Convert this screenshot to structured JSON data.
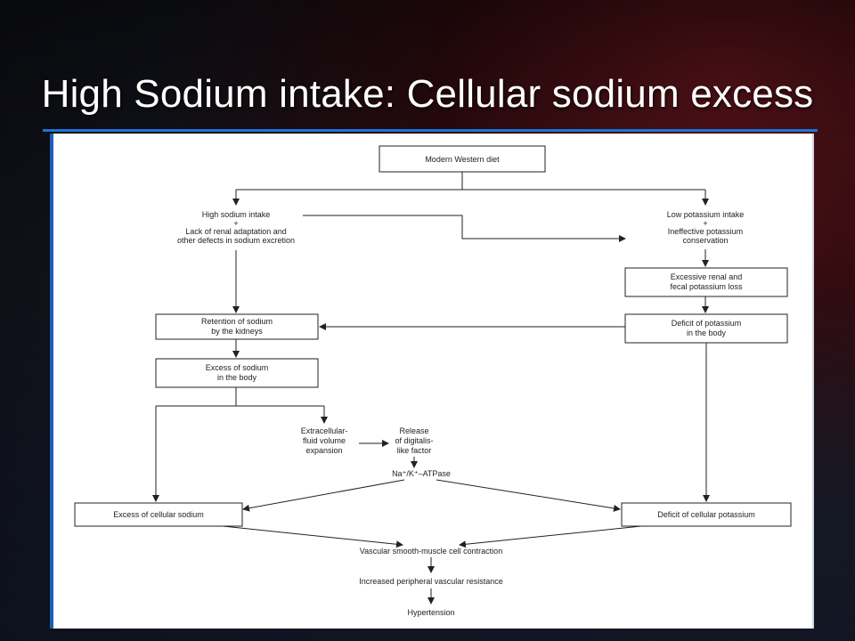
{
  "slide": {
    "title": "High Sodium intake: Cellular sodium excess"
  },
  "diagram": {
    "modern_diet": "Modern Western diet",
    "high_sodium_1": "High sodium intake",
    "high_sodium_plus": "+",
    "high_sodium_2": "Lack of renal adaptation and",
    "high_sodium_3": "other defects in sodium excretion",
    "low_potassium_1": "Low potassium intake",
    "low_potassium_plus": "+",
    "low_potassium_2": "Ineffective potassium",
    "low_potassium_3": "conservation",
    "excessive_loss_1": "Excessive renal and",
    "excessive_loss_2": "fecal potassium loss",
    "retention_1": "Retention of sodium",
    "retention_2": "by the kidneys",
    "deficit_body_1": "Deficit of potassium",
    "deficit_body_2": "in the body",
    "excess_body_1": "Excess of sodium",
    "excess_body_2": "in the body",
    "ecf_1": "Extracellular-",
    "ecf_2": "fluid volume",
    "ecf_3": "expansion",
    "digitalis_1": "Release",
    "digitalis_2": "of digitalis-",
    "digitalis_3": "like factor",
    "atpase": "Na⁺/K⁺–ATPase",
    "cellular_sodium": "Excess of cellular sodium",
    "cellular_potassium": "Deficit of cellular potassium",
    "vascular": "Vascular smooth-muscle cell contraction",
    "resistance": "Increased peripheral vascular resistance",
    "hypertension": "Hypertension"
  }
}
